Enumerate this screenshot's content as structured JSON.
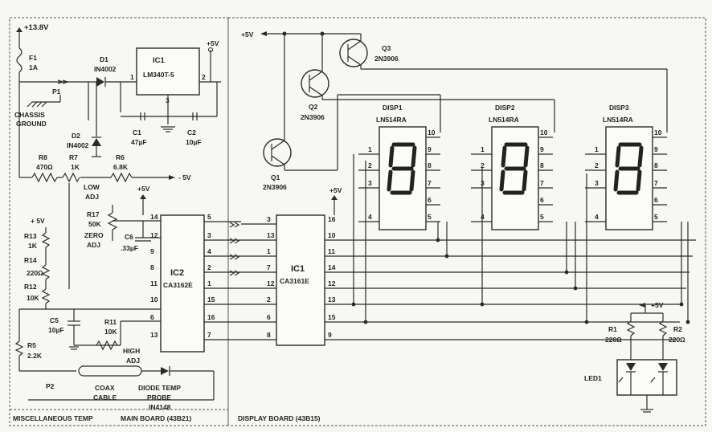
{
  "supply": {
    "v138": "+13.8V",
    "fuse": "F1",
    "fuse_rating": "1A",
    "p1": "P1",
    "chassis1": "CHASSIS",
    "chassis2": "GROUND"
  },
  "d1": {
    "name": "D1",
    "part": "IN4002"
  },
  "d2": {
    "name": "D2",
    "part": "IN4002"
  },
  "reg": {
    "name": "IC1",
    "part": "LM340T-5",
    "pin1": "1",
    "pin2": "2",
    "pin3": "3",
    "vout": "+5V"
  },
  "c1": {
    "name": "C1",
    "val": "47µF"
  },
  "c2": {
    "name": "C2",
    "val": "10µF"
  },
  "r8": {
    "name": "R8",
    "val": "470Ω"
  },
  "r7": {
    "name": "R7",
    "val": "1K",
    "label1": "LOW",
    "label2": "ADJ"
  },
  "r6": {
    "name": "R6",
    "val": "6.8K"
  },
  "m5v": "- 5V",
  "p5v": "+5V",
  "p5v_r13": "+ 5V",
  "r17": {
    "name": "R17",
    "val": "50K",
    "label1": "ZERO",
    "label2": "ADJ"
  },
  "c6": {
    "name": "C6",
    "val": ".33µF"
  },
  "r13": {
    "name": "R13",
    "val": "1K"
  },
  "r14": {
    "name": "R14",
    "val": "220Ω"
  },
  "r12": {
    "name": "R12",
    "val": "10K"
  },
  "c5": {
    "name": "C5",
    "val": "10µF"
  },
  "r11": {
    "name": "R11",
    "val": "10K",
    "label1": "HIGH",
    "label2": "ADJ"
  },
  "r5": {
    "name": "R5",
    "val": "2.2K"
  },
  "ic2": {
    "name": "IC2",
    "part": "CA3162E",
    "left_pins": [
      "14",
      "12",
      "9",
      "8",
      "11",
      "10",
      "6",
      "13"
    ],
    "right_pins": [
      "5",
      "3",
      "4",
      "2",
      "1",
      "15",
      "16",
      "7"
    ]
  },
  "ic1b": {
    "name": "IC1",
    "part": "CA3161E",
    "left_pins": [
      "3",
      "13",
      "1",
      "7",
      "12",
      "2",
      "6",
      "8"
    ],
    "right_pins": [
      "16",
      "10",
      "11",
      "14",
      "12",
      "13",
      "15",
      "9"
    ]
  },
  "q1": {
    "name": "Q1",
    "part": "2N3906"
  },
  "q2": {
    "name": "Q2",
    "part": "2N3906"
  },
  "q3": {
    "name": "Q3",
    "part": "2N3906"
  },
  "displays": [
    {
      "name": "DISP1",
      "part": "LN514RA",
      "lpins": [
        "1",
        "2",
        "3",
        "4"
      ],
      "rpins": [
        "10",
        "9",
        "8",
        "7",
        "6",
        "5"
      ]
    },
    {
      "name": "DISP2",
      "part": "LN514RA",
      "lpins": [
        "1",
        "2",
        "3",
        "4"
      ],
      "rpins": [
        "10",
        "9",
        "8",
        "7",
        "6",
        "5"
      ]
    },
    {
      "name": "DISP3",
      "part": "LN514RA",
      "lpins": [
        "1",
        "2",
        "3",
        "4"
      ],
      "rpins": [
        "10",
        "9",
        "8",
        "7",
        "6",
        "5"
      ]
    }
  ],
  "r1": {
    "name": "R1",
    "val": "220Ω"
  },
  "r2": {
    "name": "R2",
    "val": "220Ω"
  },
  "led": "LED1",
  "led_5v": "+5V",
  "p2": "P2",
  "coax1": "COAX",
  "coax2": "CABLE",
  "probe1": "DIODE TEMP",
  "probe2": "PROBE",
  "probe3": "IN4148",
  "board_misc": "MISCELLANEOUS TEMP",
  "board_main": "MAIN BOARD (43B21)",
  "board_display": "DISPLAY BOARD (43B15)"
}
